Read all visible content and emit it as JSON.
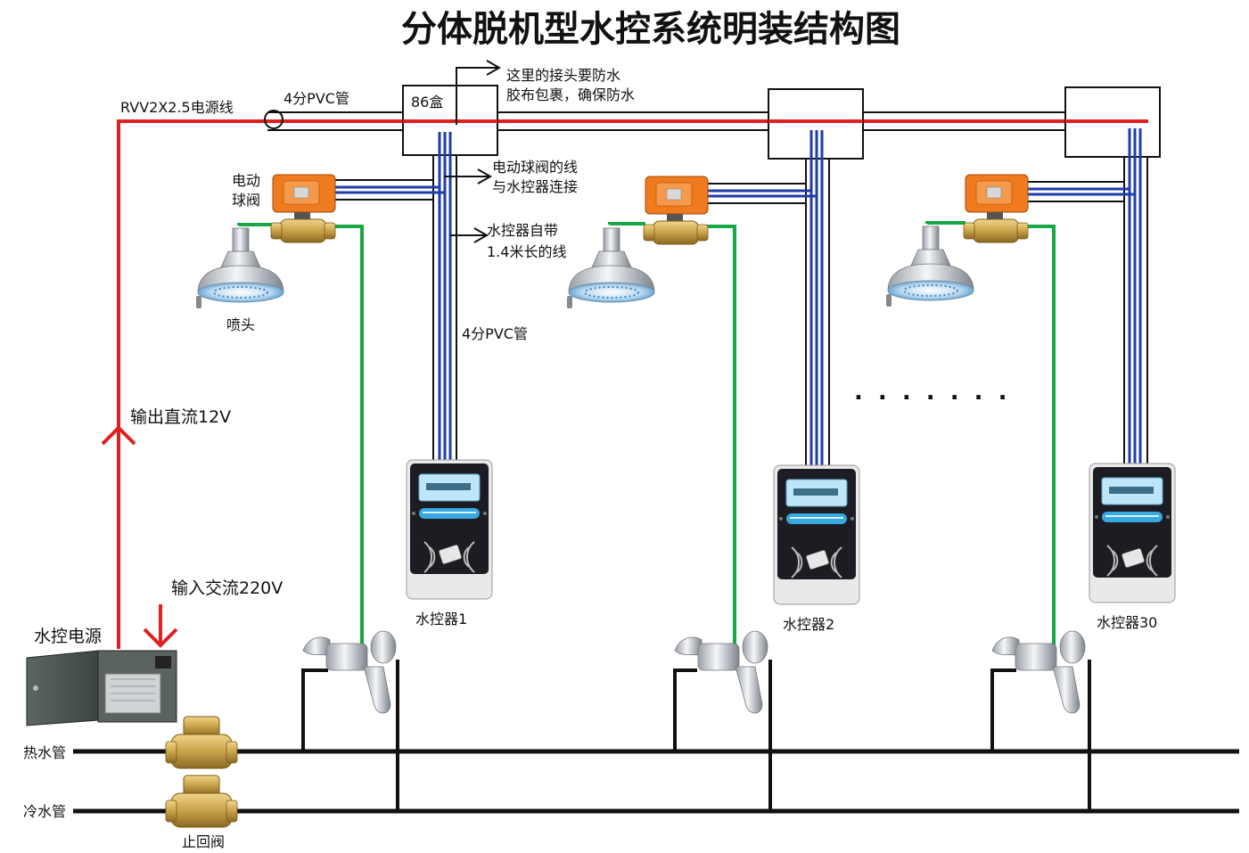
{
  "title": "分体脱机型水控系统明装结构图",
  "labels": {
    "power_cable": "RVV2X2.5电源线",
    "pvc_top": "4分PVC管",
    "box86": "86盒",
    "waterproof_line1": "这里的接头要防水",
    "waterproof_line2": "胶布包裹，确保防水",
    "valve_wire_line1": "电动球阀的线",
    "valve_wire_line2": "与水控器连接",
    "wire_len_line1": "水控器自带",
    "wire_len_line2": "1.4米长的线",
    "pvc_vertical": "4分PVC管",
    "valve_label_line1": "电动",
    "valve_label_line2": "球阀",
    "shower_head": "喷头",
    "output_dc": "输出直流12V",
    "input_ac": "输入交流220V",
    "power_supply": "水控电源",
    "hot_pipe": "热水管",
    "cold_pipe": "冷水管",
    "check_valve": "止回阀",
    "ellipsis": ". . . . . . ."
  },
  "controllers": [
    {
      "name": "水控器1"
    },
    {
      "name": "水控器2"
    },
    {
      "name": "水控器30"
    }
  ],
  "colors": {
    "power_line": "#e02020",
    "signal_line": "#1f3da8",
    "water_line": "#17a845",
    "pipe": "#111111",
    "controller_body": "#1c1c22",
    "valve_orange": "#f07a1e",
    "brass": "#c9a24a"
  }
}
